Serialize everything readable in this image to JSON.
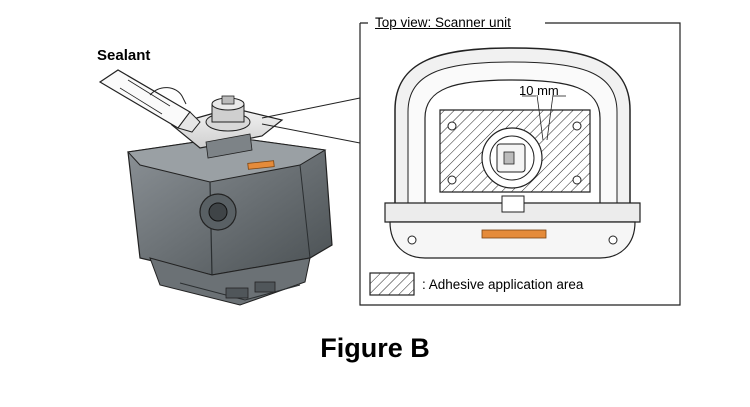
{
  "figure": {
    "caption": "Figure B",
    "sealant_label": "Sealant",
    "panel": {
      "title": "Top view: Scanner unit",
      "dimension": "10 mm",
      "legend": ": Adhesive application area"
    }
  },
  "colors": {
    "line": "#000000",
    "device_body": "#6f7579",
    "device_dark": "#3f4447",
    "orange_strip": "#e58b3a",
    "hatch": "#222222"
  }
}
